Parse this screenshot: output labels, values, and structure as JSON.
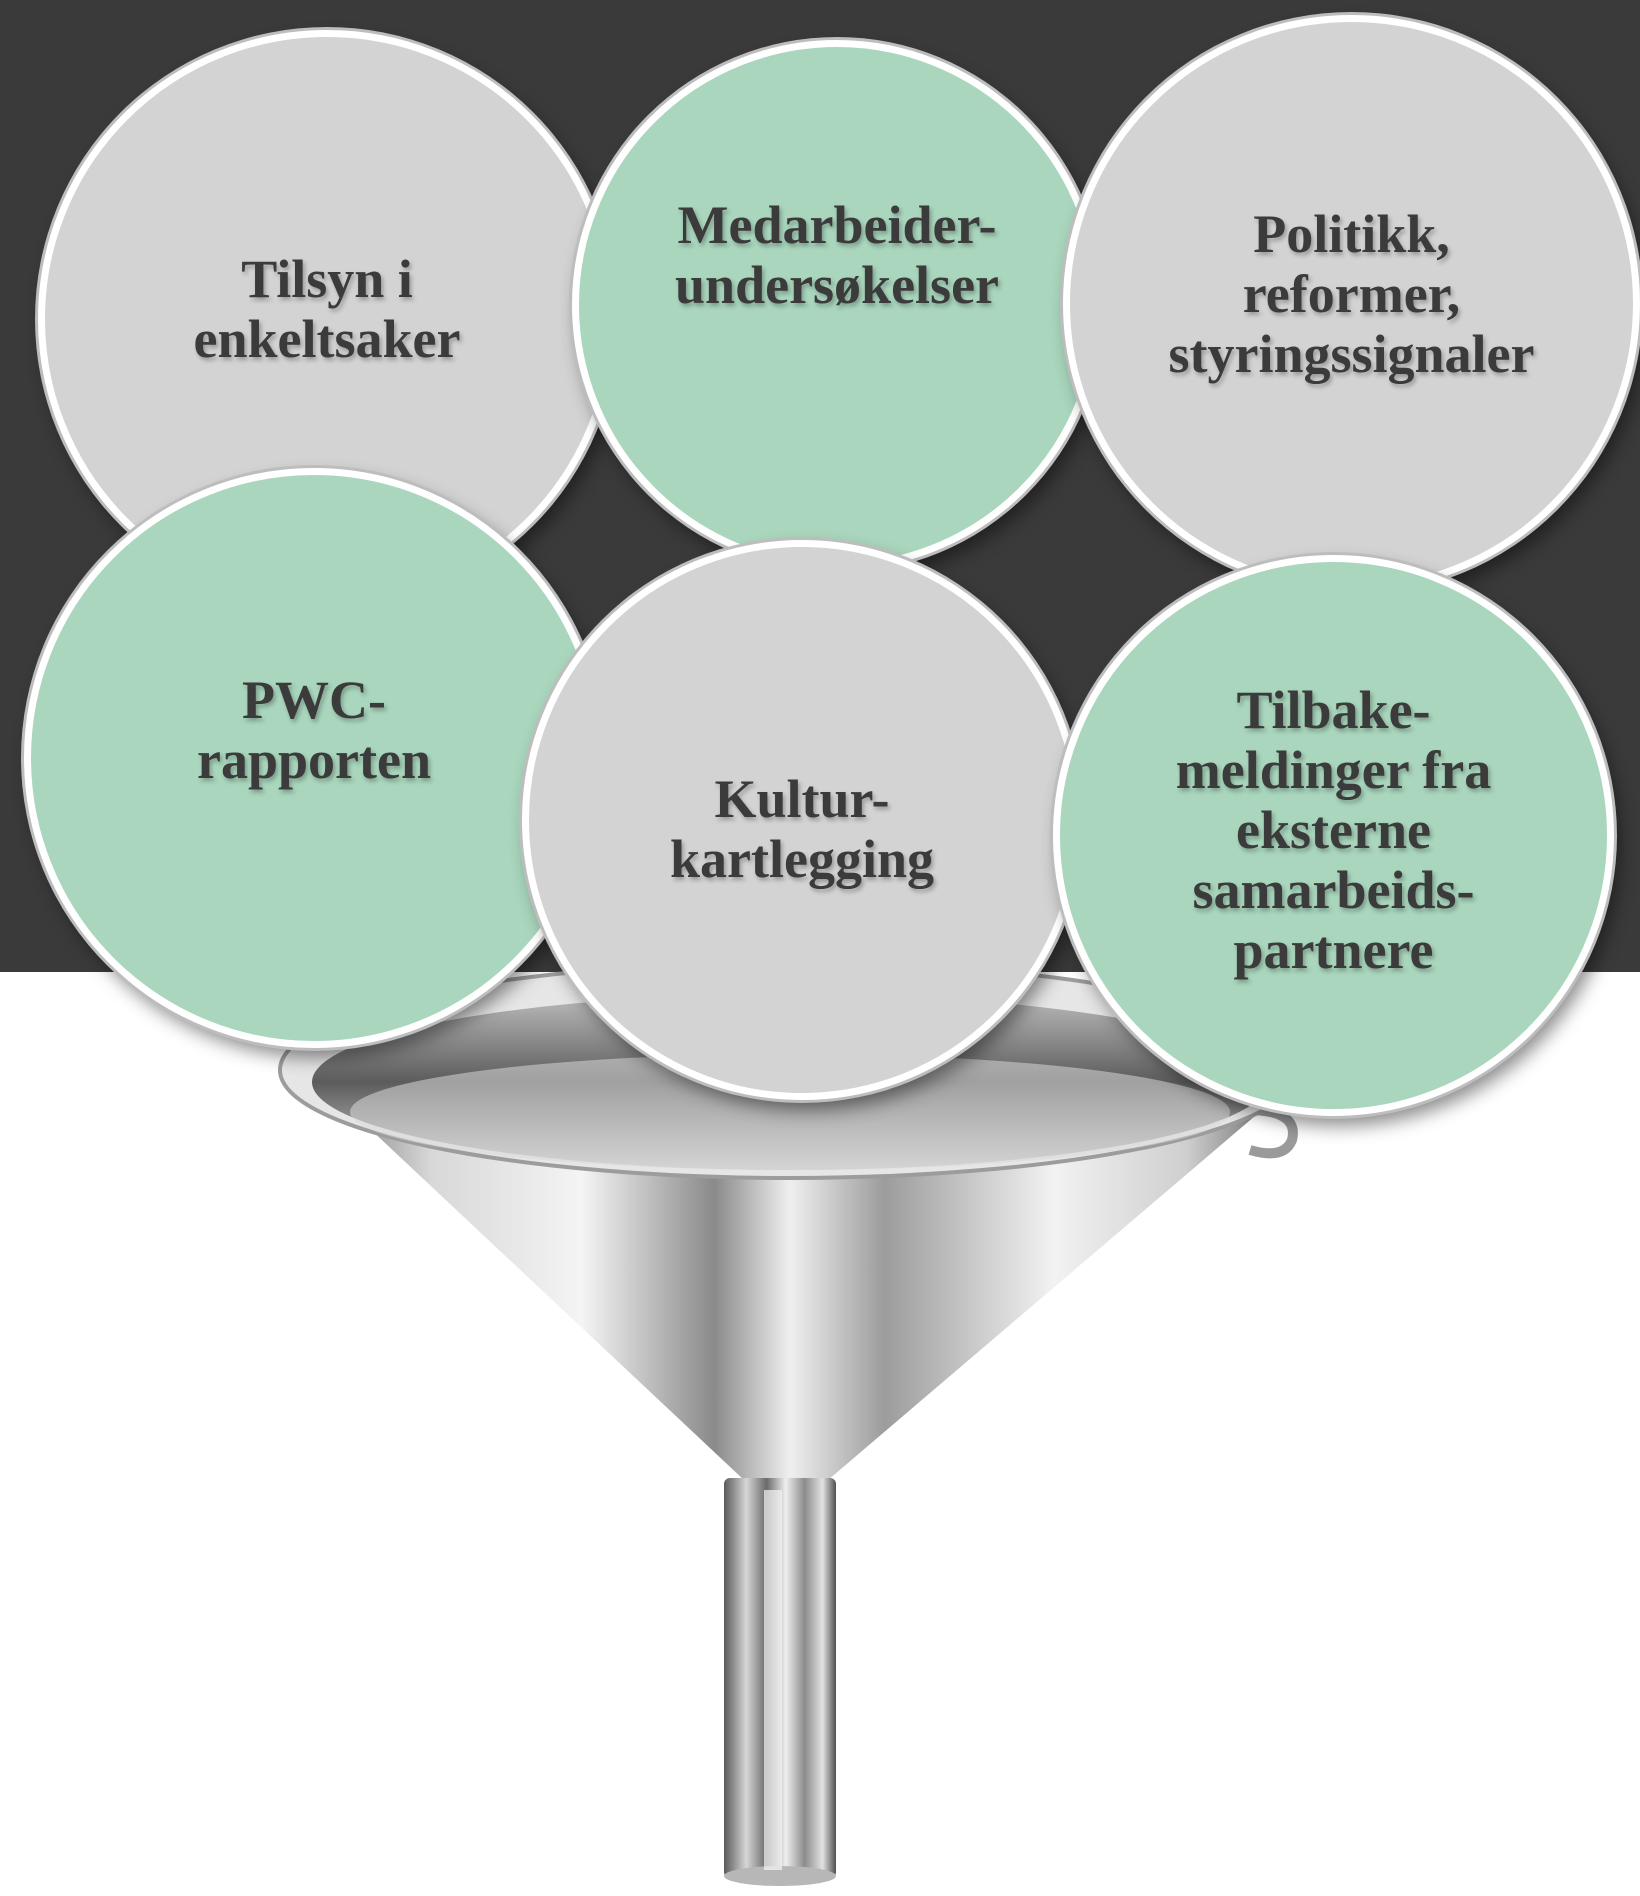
{
  "background": {
    "band_color": "#3a3a3a",
    "page_color": "#ffffff"
  },
  "funnel": {
    "icon": "stainless-steel-funnel"
  },
  "colors": {
    "gray_fill": "#d3d3d3",
    "green_fill": "#a9d6bd",
    "text": "#3b3b3b",
    "border": "#ffffff"
  },
  "bubbles": [
    {
      "label": "Tilsyn i\nenkeltsaker",
      "fill": "#d3d3d3"
    },
    {
      "label": "Medarbeider-\nundersøkelser",
      "fill": "#a9d6bd"
    },
    {
      "label": "Politikk,\nreformer,\nstyringssignaler",
      "fill": "#d3d3d3"
    },
    {
      "label": "PWC-\nrapporten",
      "fill": "#a9d6bd"
    },
    {
      "label": "Kultur-\nkartlegging",
      "fill": "#d3d3d3"
    },
    {
      "label": "Tilbake-\nmeldinger fra\neksterne\nsamarbeids-\npartnere",
      "fill": "#a9d6bd"
    }
  ]
}
